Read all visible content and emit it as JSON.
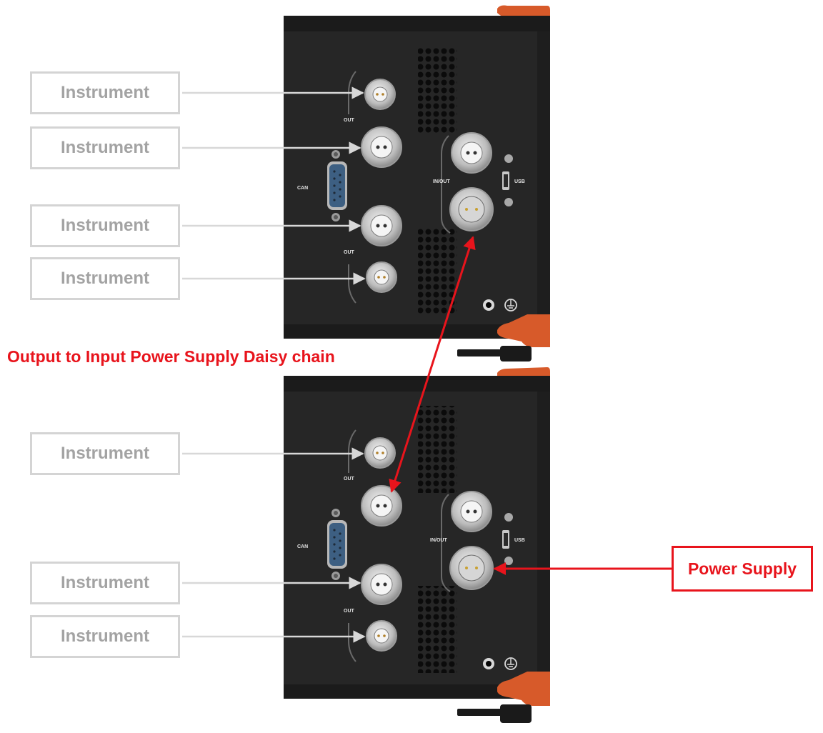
{
  "colors": {
    "annotation_red": "#e8141c",
    "instrument_box_border": "#d4d4d4",
    "instrument_text": "#a3a3a3",
    "chassis": "#262626",
    "orange_handle": "#d75a2a"
  },
  "instruments": [
    {
      "label": "Instrument"
    },
    {
      "label": "Instrument"
    },
    {
      "label": "Instrument"
    },
    {
      "label": "Instrument"
    },
    {
      "label": "Instrument"
    },
    {
      "label": "Instrument"
    },
    {
      "label": "Instrument"
    }
  ],
  "daisy_chain_label": "Output to Input  Power Supply Daisy chain",
  "power_supply_label": "Power Supply",
  "modules": [
    {
      "out_top_label": "OUT",
      "out_bottom_label": "OUT",
      "can_label": "CAN",
      "inout_label": "IN/OUT",
      "usb_label": "USB"
    },
    {
      "out_top_label": "OUT",
      "out_bottom_label": "OUT",
      "can_label": "CAN",
      "inout_label": "IN/OUT",
      "usb_label": "USB"
    }
  ]
}
